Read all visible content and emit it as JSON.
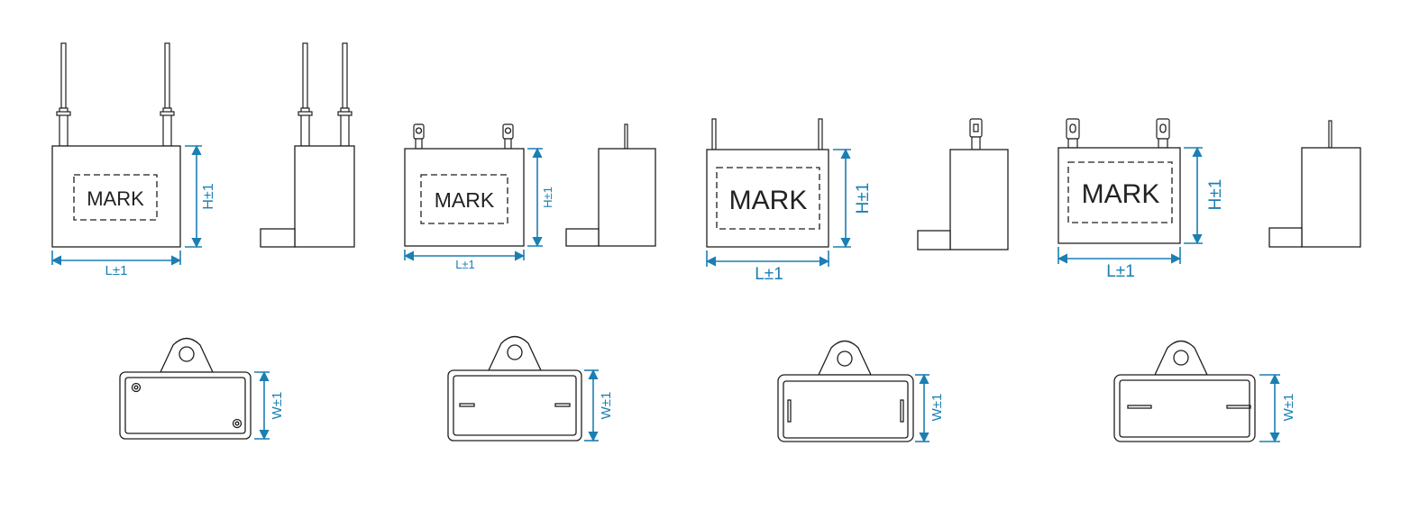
{
  "colors": {
    "dimension": "#1a7fb3",
    "outline": "#1f1f1f",
    "background": "#ffffff"
  },
  "labels": {
    "mark": "MARK",
    "length": "L±1",
    "height": "H±1",
    "width": "W±1"
  },
  "variants": [
    {
      "id": "wire-lead",
      "terminal": "wire"
    },
    {
      "id": "small-tab",
      "terminal": "tab"
    },
    {
      "id": "pin",
      "terminal": "pin"
    },
    {
      "id": "large-tab",
      "terminal": "tab"
    }
  ]
}
